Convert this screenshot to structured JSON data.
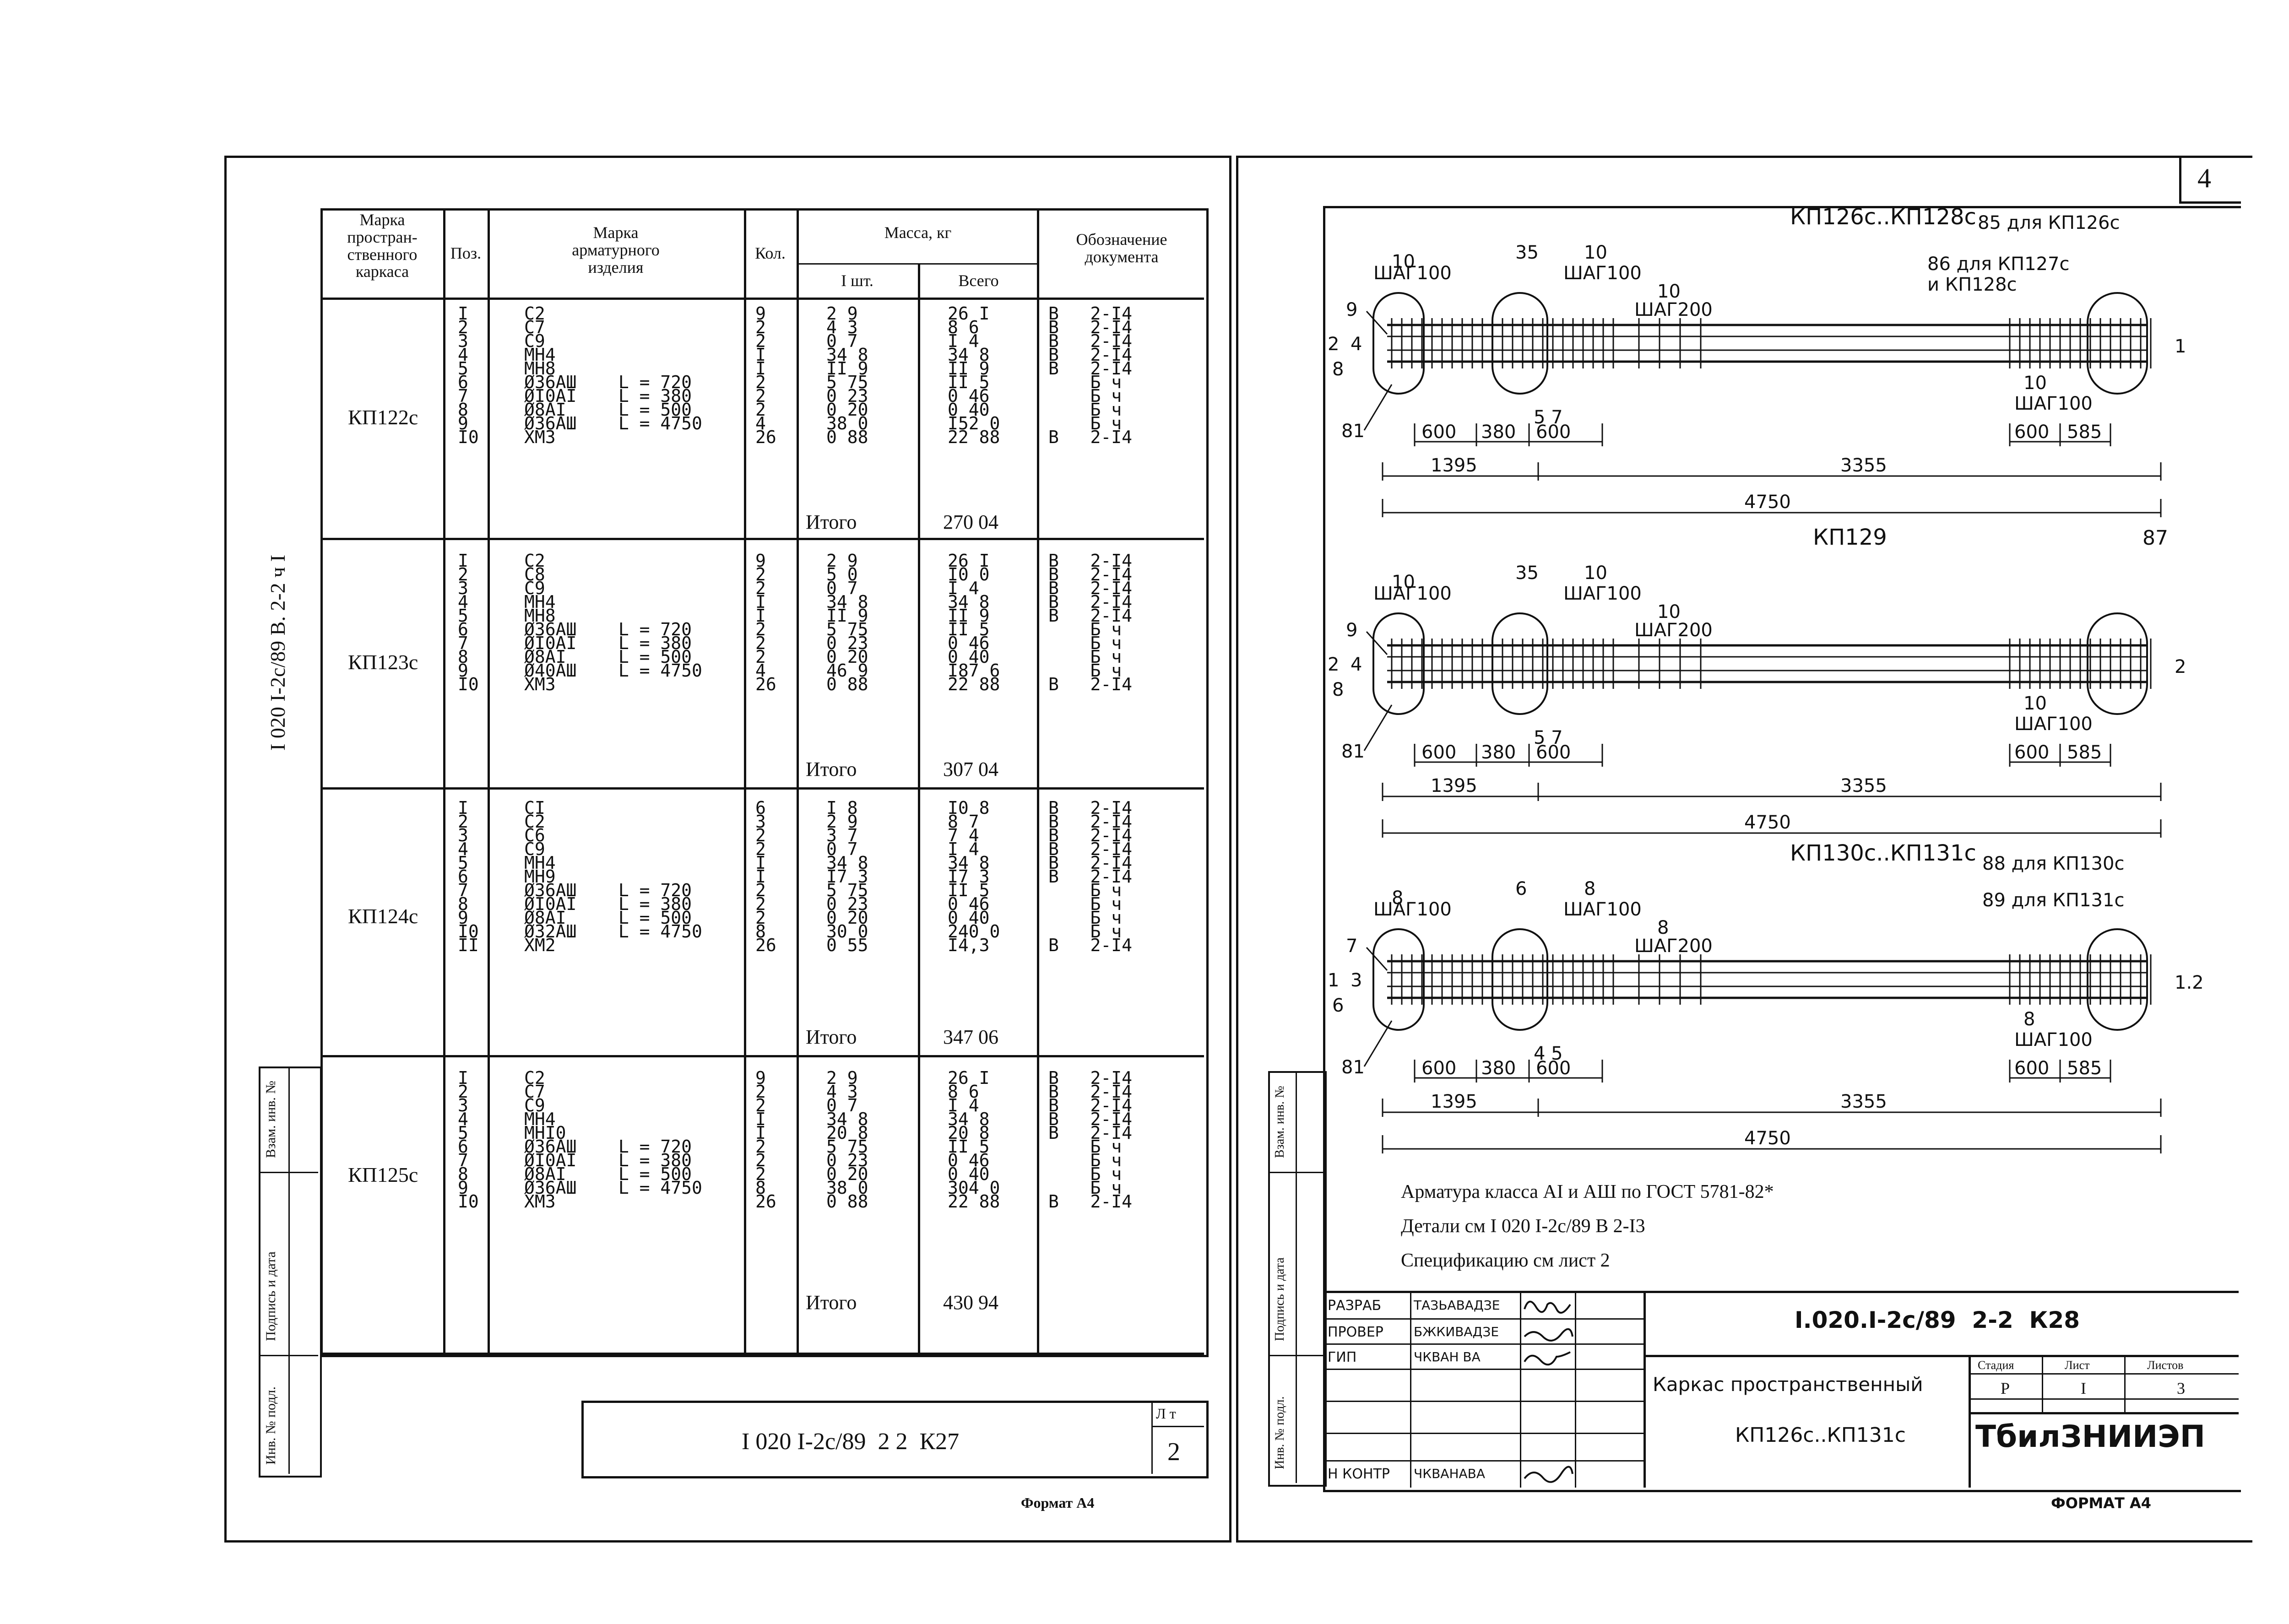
{
  "left_sheet": {
    "side_code": "I 020 I-2c/89 В. 2-2 ч I",
    "headers": {
      "mark_frame": "Марка\nпростран-\nственного\nкаркаса",
      "pos": "Поз.",
      "mark_item": "Марка\nарматурного\nизделия",
      "qty": "Кол.",
      "mass": "Масса, кг",
      "mass_one": "I шт.",
      "mass_all": "Всего",
      "doc": "Обозначение\nдокумента"
    },
    "groups": [
      {
        "mark": "КП122с",
        "pos": "I\n2\n3\n4\n5\n6\n7\n8\n9\nI0",
        "items": "С2\nС7\nС9\nМН4\nМН8\nØ36АШ    L = 720\nØI0АI    L = 380\nØ8АI     L = 500\nØ36АШ    L = 4750\nХМ3",
        "qty": "9\n2\n2\nI\nI\n2\n2\n2\n4\n26",
        "one": "2 9\n4 3\n0 7\n34 8\nII 9\n5 75\n0 23\n0 20\n38 0\n0 88",
        "all": "26 I\n8 6\nI 4\n34 8\nII 9\nII 5\n0 46\n0 40\nI52 0\n22 88",
        "doc": "В   2-I4\nВ   2-I4\nВ   2-I4\nВ   2-I4\nВ   2-I4\n    Б ч\n    Б ч\n    Б ч\n    Б ч\nВ   2-I4",
        "total_label": "Итого",
        "total": "270 04"
      },
      {
        "mark": "КП123с",
        "pos": "I\n2\n3\n4\n5\n6\n7\n8\n9\nI0",
        "items": "С2\nС8\nС9\nМН4\nМН8\nØ36АШ    L = 720\nØI0АI    L = 380\nØ8АI     L = 500\nØ40АШ    L = 4750\nХМ3",
        "qty": "9\n2\n2\nI\nI\n2\n2\n2\n4\n26",
        "one": "2 9\n5 0\n0 7\n34 8\nII 9\n5 75\n0 23\n0 20\n46 9\n0 88",
        "all": "26 I\nI0 0\nI 4\n34 8\nII 9\nII 5\n0 46\n0 40\nI87 6\n22 88",
        "doc": "В   2-I4\nВ   2-I4\nВ   2-I4\nВ   2-I4\nВ   2-I4\n    Б ч\n    Б ч\n    Б ч\n    Б ч\nВ   2-I4",
        "total_label": "Итого",
        "total": "307 04"
      },
      {
        "mark": "КП124с",
        "pos": "I\n2\n3\n4\n5\n6\n7\n8\n9\nI0\nII",
        "items": "СI\nС2\nС6\nС9\nМН4\nМН9\nØ36АШ    L = 720\nØI0АI    L = 380\nØ8АI     L = 500\nØ32АШ    L = 4750\nХМ2",
        "qty": "6\n3\n2\n2\nI\nI\n2\n2\n2\n8\n26",
        "one": "I 8\n2 9\n3 7\n0 7\n34 8\nI7 3\n5 75\n0 23\n0 20\n30 0\n0 55",
        "all": "I0 8\n8 7\n7 4\nI 4\n34 8\nI7 3\nII 5\n0 46\n0 40\n240 0\nI4,3",
        "doc": "В   2-I4\nВ   2-I4\nВ   2-I4\nВ   2-I4\nВ   2-I4\nВ   2-I4\n    Б ч\n    Б ч\n    Б ч\n    Б ч\nВ   2-I4",
        "total_label": "Итого",
        "total": "347 06"
      },
      {
        "mark": "КП125с",
        "pos": "I\n2\n3\n4\n5\n6\n7\n8\n9\nI0",
        "items": "С2\nС7\nС9\nМН4\nМНI0\nØ36АШ    L = 720\nØI0АI    L = 380\nØ8АI     L = 500\nØ36АШ    L = 4750\nХМ3",
        "qty": "9\n2\n2\nI\nI\n2\n2\n2\n8\n26",
        "one": "2 9\n4 3\n0 7\n34 8\n20 8\n5 75\n0 23\n0 20\n38 0\n0 88",
        "all": "26 I\n8 6\nI 4\n34 8\n20 8\nII 5\n0 46\n0 40\n304 0\n22 88",
        "doc": "В   2-I4\nВ   2-I4\nВ   2-I4\nВ   2-I4\nВ   2-I4\n    Б ч\n    Б ч\n    Б ч\n    Б ч\nВ   2-I4",
        "total_label": "Итого",
        "total": "430 94"
      }
    ],
    "side_stamp": {
      "inv": "Инв. № подл.",
      "sign": "Подпись и дата",
      "vzam": "Взам. инв. №"
    },
    "code": "I 020 I-2c/89  2 2  К27",
    "sheet_label": "Л т",
    "sheet_no": "2",
    "format": "Формат  А4"
  },
  "right_sheet": {
    "corner_sheet": "4",
    "views": [
      {
        "title": "КП126с..КП128с",
        "notes": [
          "85 для КП126с",
          "86 для КП127с",
          "и КП128с"
        ],
        "labels": {
          "step100a": "ШАГ100",
          "step100b": "ШАГ100",
          "step200": "ШАГ200",
          "step100c": "ШАГ100",
          "n10a": "10",
          "n35": "35",
          "n10b": "10",
          "n10c": "10",
          "n9": "9",
          "n2": "2",
          "n4": "4",
          "n8": "8",
          "n81": "81",
          "n57": "5 7",
          "n10d": "10",
          "n1": "1"
        },
        "dims": [
          "600",
          "380",
          "600",
          "600",
          "585",
          "1395",
          "3355",
          "4750"
        ]
      },
      {
        "title": "КП129",
        "notes": [
          "87"
        ],
        "labels": {
          "step100a": "ШАГ100",
          "step100b": "ШАГ100",
          "step200": "ШАГ200",
          "step100c": "ШАГ100",
          "n10a": "10",
          "n35": "35",
          "n10b": "10",
          "n10c": "10",
          "n9": "9",
          "n2": "2",
          "n4": "4",
          "n8": "8",
          "n81": "81",
          "n57": "5 7",
          "n10d": "10",
          "n1": "2"
        },
        "dims": [
          "600",
          "380",
          "600",
          "600",
          "585",
          "1395",
          "3355",
          "4750"
        ]
      },
      {
        "title": "КП130с..КП131с",
        "notes": [
          "88 для КП130с",
          "89 для КП131с"
        ],
        "labels": {
          "step100a": "ШАГ100",
          "step100b": "ШАГ100",
          "step200": "ШАГ200",
          "step100c": "ШАГ100",
          "n10a": "8",
          "n35": "6",
          "n10b": "8",
          "n10c": "8",
          "n9": "7",
          "n2": "1",
          "n4": "3",
          "n8": "6",
          "n81": "81",
          "n57": "4 5",
          "n10d": "8",
          "n1": "1.2"
        },
        "dims": [
          "600",
          "380",
          "600",
          "600",
          "585",
          "1395",
          "3355",
          "4750"
        ]
      }
    ],
    "notes": [
      "Арматура класса АI и АШ по ГОСТ 5781-82*",
      "Детали см   I 020 I-2c/89 В 2-I3",
      "Спецификацию см  лист 2"
    ],
    "side_stamp": {
      "inv": "Инв. № подл.",
      "sign": "Подпись и дата",
      "vzam": "Взам. инв. №"
    },
    "title_block": {
      "rows": [
        {
          "role": "РАЗРАБ",
          "name": "ТАЗЬАВАДЗЕ"
        },
        {
          "role": "ПРОВЕР",
          "name": "БЖКИВАДЗЕ"
        },
        {
          "role": "ГИП",
          "name": "ЧКВАН ВА"
        },
        {
          "role": "",
          "name": ""
        },
        {
          "role": "",
          "name": ""
        },
        {
          "role": "Н КОНТР",
          "name": "ЧКВАНАВА"
        }
      ],
      "code": "I.020.I-2c/89  2-2  К28",
      "title_line1": "Каркас пространственный",
      "title_line2": "КП126с..КП131с",
      "stage_h": "Стадия",
      "sheet_h": "Лист",
      "sheets_h": "Листов",
      "stage": "Р",
      "sheet": "I",
      "sheets": "3",
      "org": "ТбилЗНИИЭП"
    },
    "format": "ФОРМАТ  А4"
  }
}
